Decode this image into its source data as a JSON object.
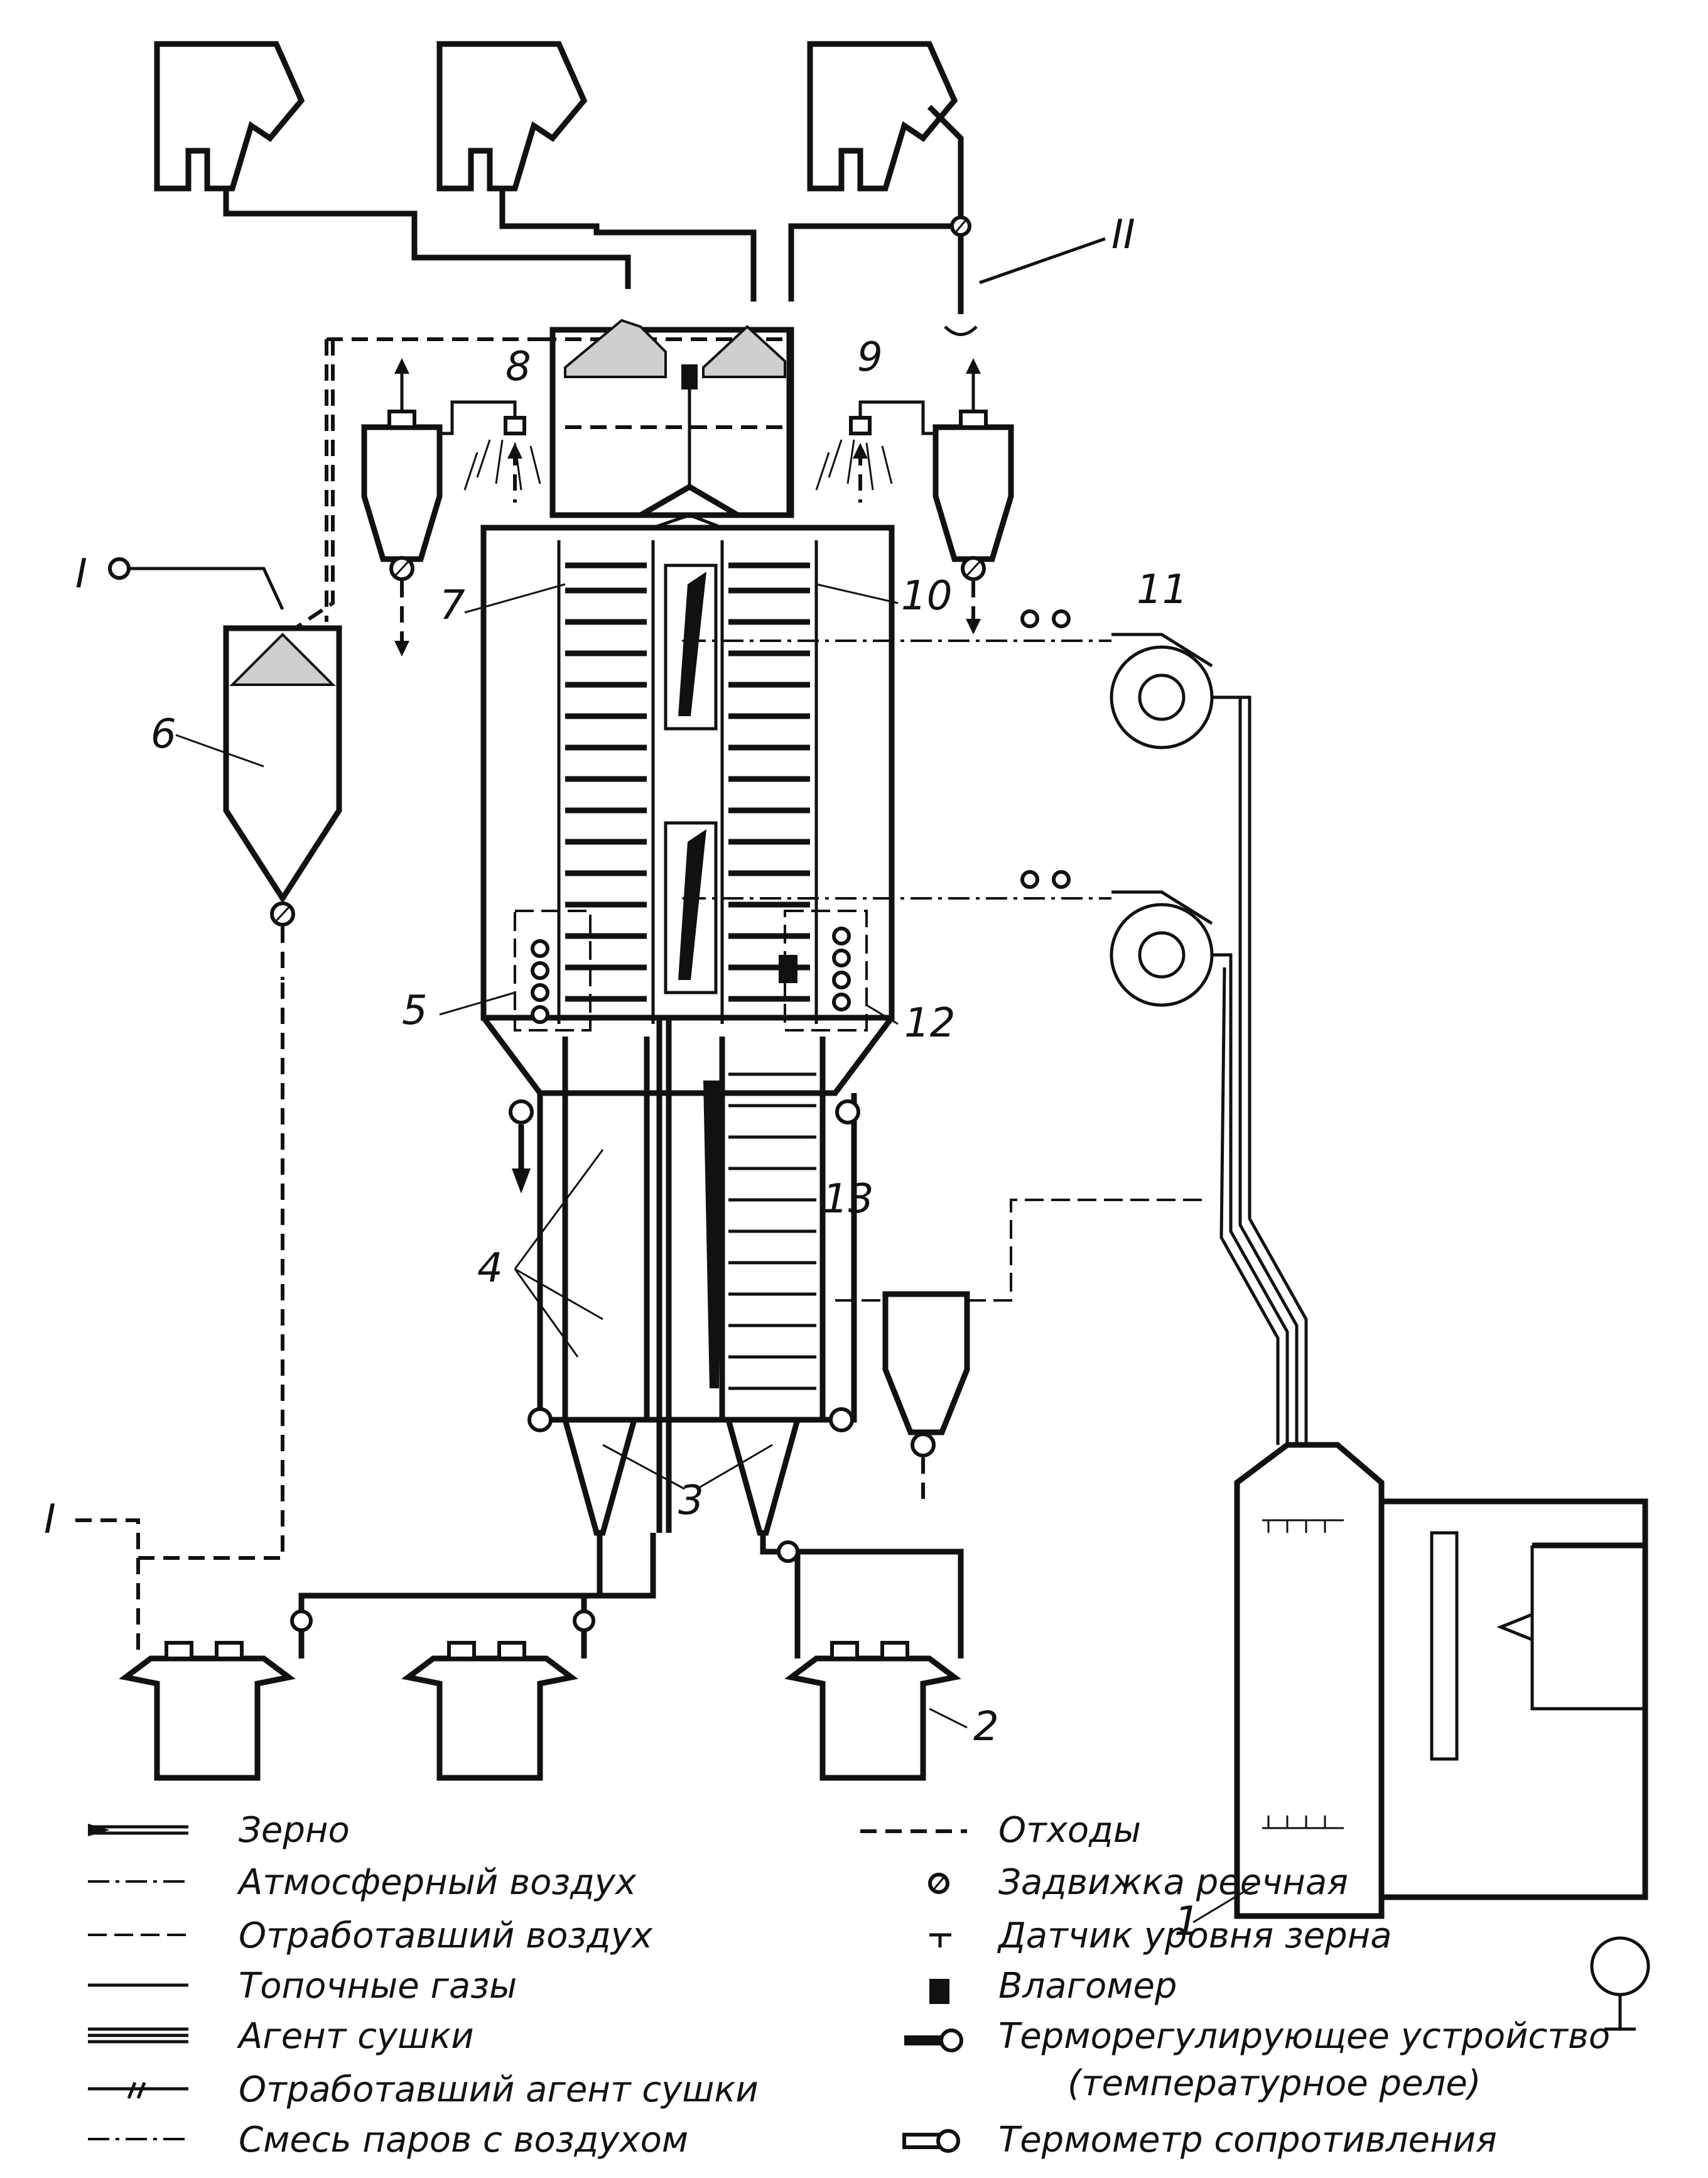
{
  "labels": {
    "n1": "1",
    "n2": "2",
    "n3": "3",
    "n4": "4",
    "n5": "5",
    "n6": "6",
    "n7": "7",
    "n8": "8",
    "n9": "9",
    "n10": "10",
    "n11": "11",
    "n12": "12",
    "n13": "13",
    "roman1_top": "I",
    "roman1_bottom": "I",
    "roman2": "II"
  },
  "legend": {
    "left": [
      {
        "icon": "double-line-arrow-icon",
        "text": "Зерно"
      },
      {
        "icon": "dash-dot-arrow-icon",
        "text": "Атмосферный воздух"
      },
      {
        "icon": "slash-arrow-icon",
        "text": "Отработавший воздух"
      },
      {
        "icon": "solid-arrow-icon",
        "text": "Топочные газы"
      },
      {
        "icon": "triple-line-arrow-icon",
        "text": "Агент сушки"
      },
      {
        "icon": "double-slash-arrow-icon",
        "text": "Отработавший агент сушки"
      },
      {
        "icon": "dash-dot-dot-arrow-icon",
        "text": "Смесь паров с воздухом"
      }
    ],
    "right": [
      {
        "icon": "dashed-arrow-icon",
        "text": "Отходы"
      },
      {
        "icon": "rack-gate-valve-icon",
        "text": "Задвижка реечная"
      },
      {
        "icon": "level-sensor-icon",
        "text": "Датчик уровня зерна"
      },
      {
        "icon": "moisture-meter-icon",
        "text": "Влагомер"
      },
      {
        "icon": "thermostat-icon",
        "text": "Терморегулирующее устройство",
        "text2": "(температурное реле)"
      },
      {
        "icon": "resistance-thermometer-icon",
        "text": "Термометр сопротивления"
      }
    ]
  }
}
